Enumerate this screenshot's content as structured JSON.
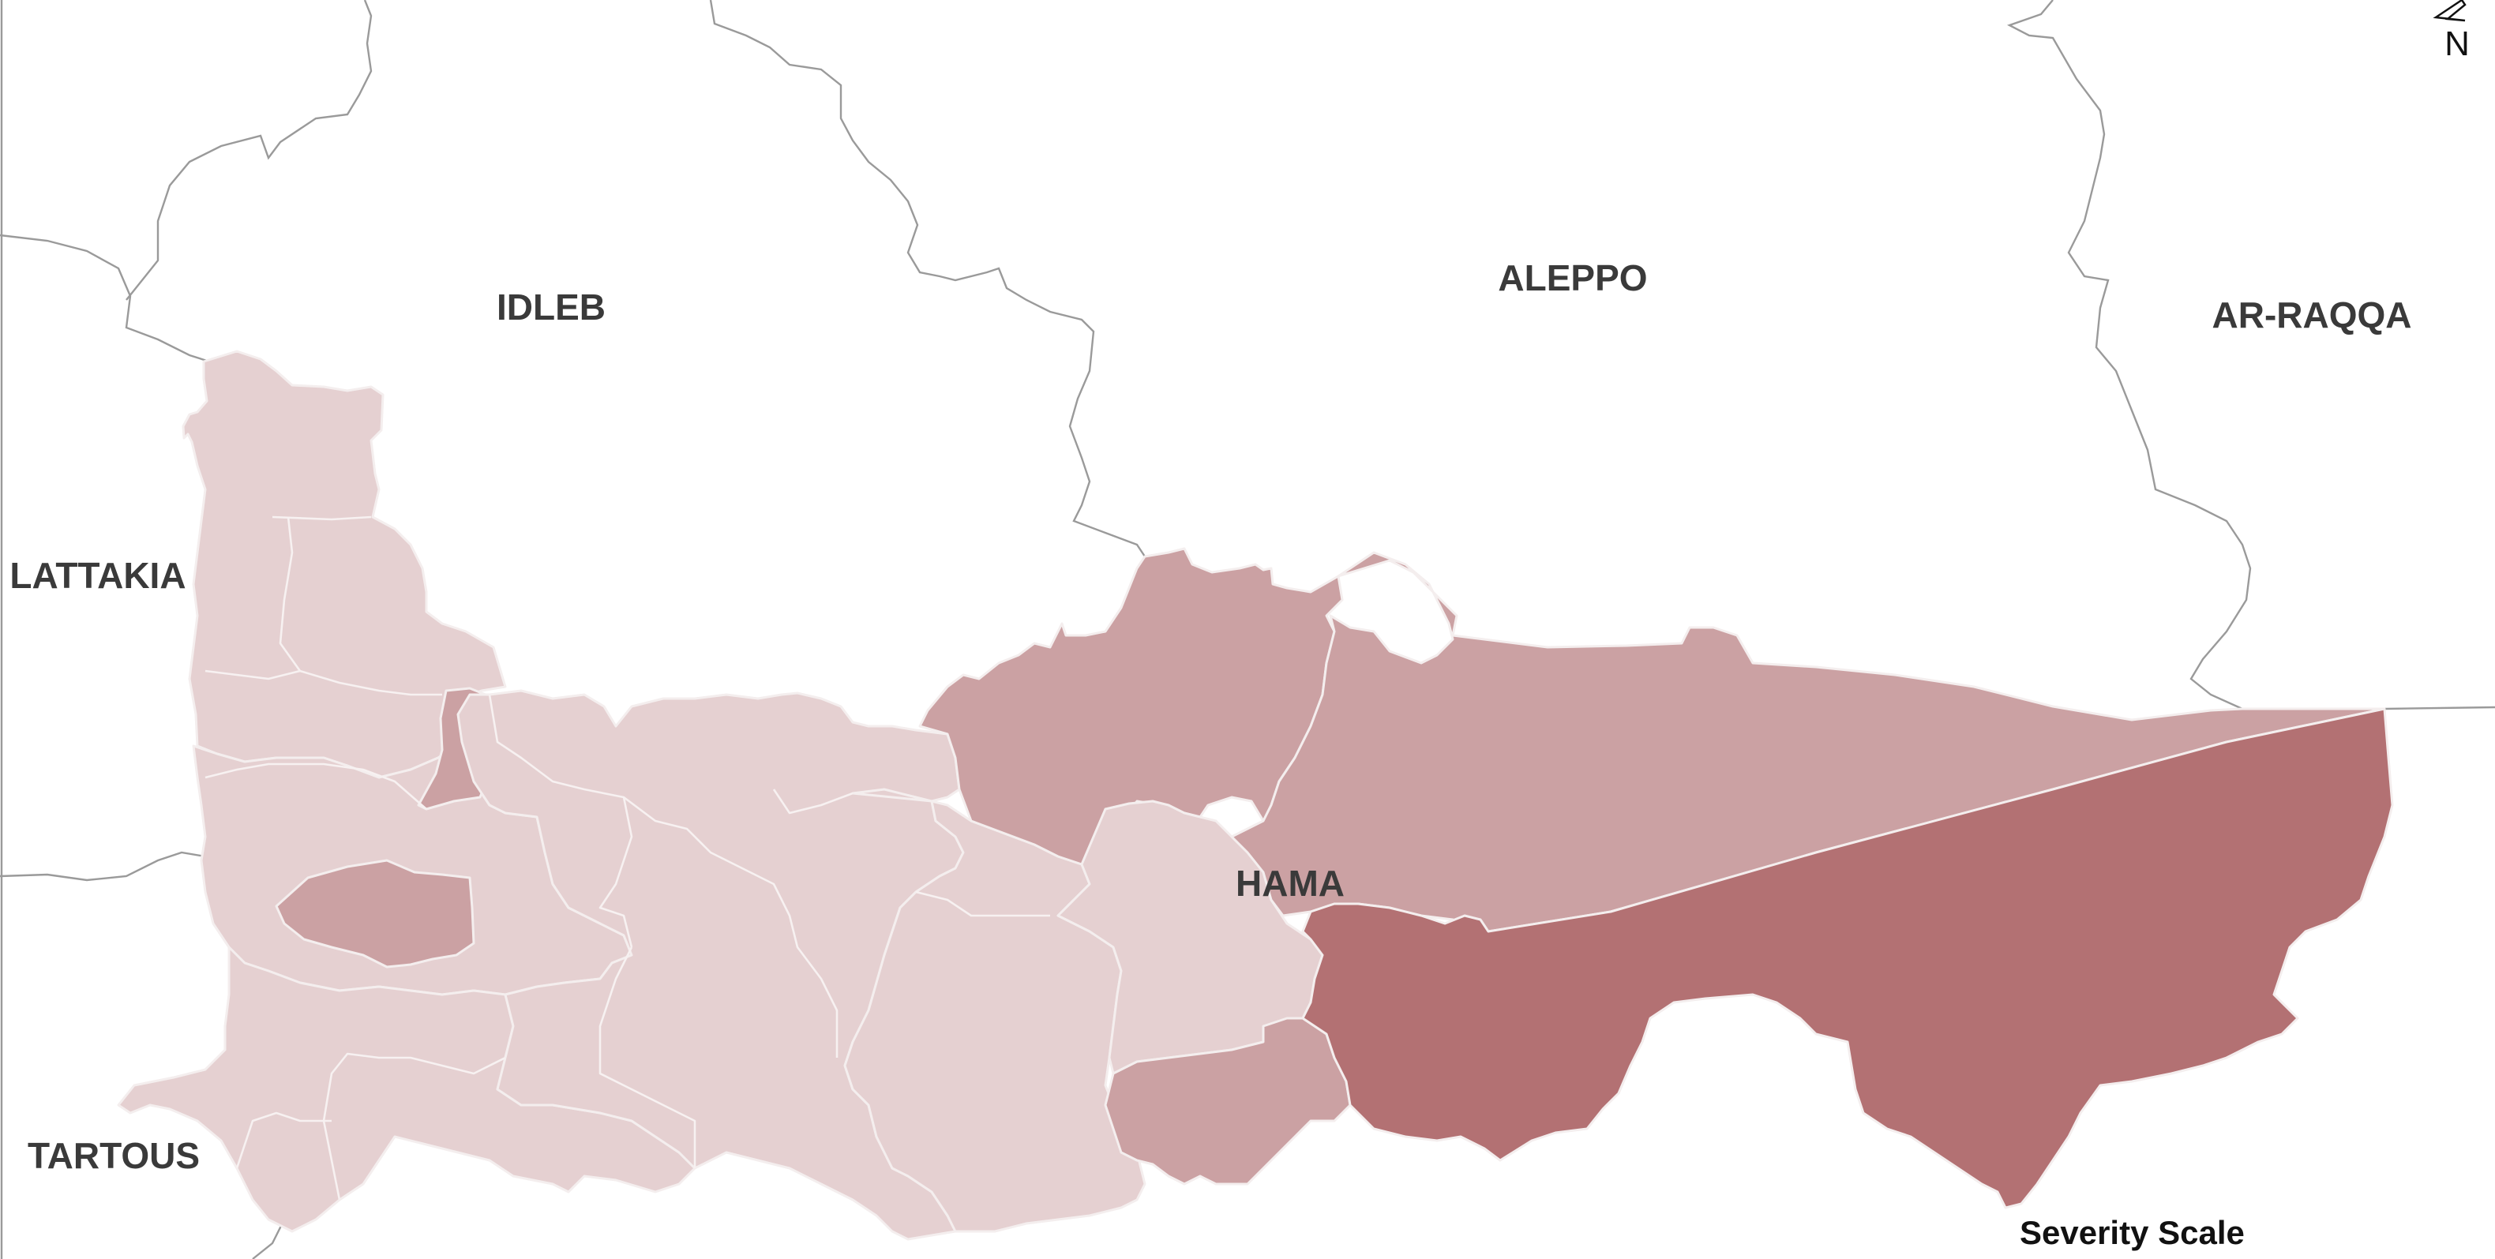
{
  "governorates": [
    {
      "id": "idleb",
      "name": "IDLEB"
    },
    {
      "id": "aleppo",
      "name": "ALEPPO"
    },
    {
      "id": "ar-raqqa",
      "name": "AR-RAQQA"
    },
    {
      "id": "lattakia",
      "name": "LATTAKIA"
    },
    {
      "id": "hama",
      "name": "HAMA"
    },
    {
      "id": "tartous",
      "name": "TARTOUS"
    }
  ],
  "legend": {
    "title": "Severity Scale"
  },
  "north_arrow": {
    "label": "N"
  },
  "colors": {
    "severity_1": "#e5d0d1",
    "severity_2": "#cba1a3",
    "severity_3": "#b37173",
    "border": "#9a9a9a",
    "background": "#ffffff"
  },
  "districts": [
    {
      "id": "west-north",
      "severity": 1
    },
    {
      "id": "west-mid",
      "severity": 1
    },
    {
      "id": "west-south",
      "severity": 1
    },
    {
      "id": "small-north",
      "severity": 2
    },
    {
      "id": "west-pocket",
      "severity": 2
    },
    {
      "id": "center",
      "severity": 1
    },
    {
      "id": "central-east",
      "severity": 1
    },
    {
      "id": "hama-city",
      "severity": 1
    },
    {
      "id": "north-center",
      "severity": 2
    },
    {
      "id": "northeast",
      "severity": 2
    },
    {
      "id": "south-small",
      "severity": 2
    },
    {
      "id": "southeast",
      "severity": 3
    }
  ]
}
